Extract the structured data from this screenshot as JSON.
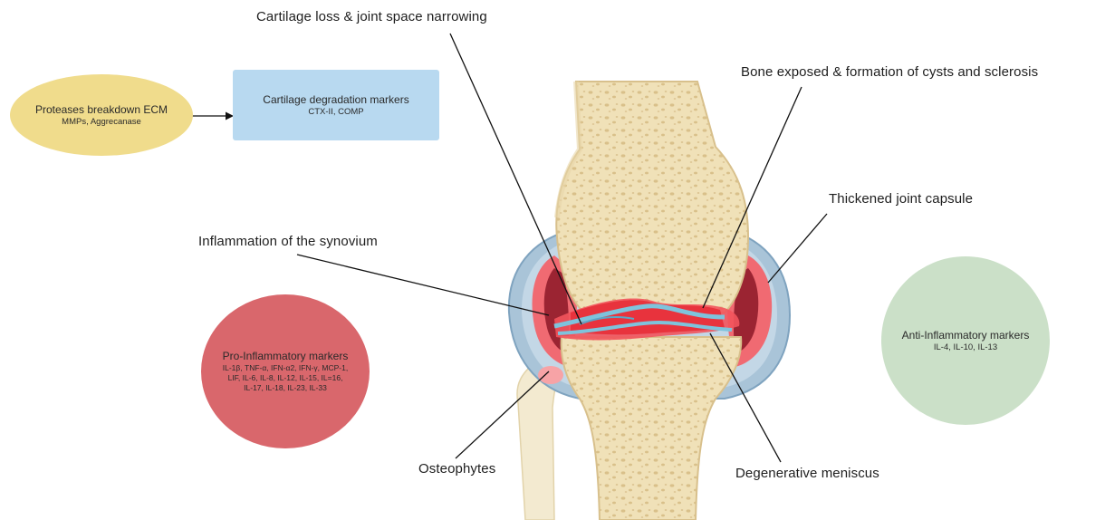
{
  "colors": {
    "protease_fill": "#f0dc8c",
    "cartilage_box_fill": "#b8d9f0",
    "pro_inflammatory_fill": "#d9676c",
    "anti_inflammatory_fill": "#cbe0c8",
    "bone_fill": "#f0e1b8",
    "bone_pore": "#d9c08a",
    "capsule_blue": "#8fb3cf",
    "synovium_red": "#e8454d",
    "synovium_dark": "#8b1a28",
    "meniscus_blue": "#7ec3dc",
    "leader_line": "#111111"
  },
  "nodes": {
    "proteases": {
      "title": "Proteases breakdown ECM",
      "subtitle": "MMPs, Aggrecanase"
    },
    "cartilage_markers": {
      "title": "Cartilage degradation markers",
      "subtitle": "CTX-II, COMP"
    },
    "pro_inflammatory": {
      "title": "Pro-Inflammatory markers",
      "lines": [
        "IL-1β, TNF-α, IFN-α2, IFN-γ, MCP-1,",
        "LIF, IL-6, IL-8, IL-12, IL-15, IL=16,",
        "IL-17, IL-18, IL-23, IL-33"
      ]
    },
    "anti_inflammatory": {
      "title": "Anti-Inflammatory markers",
      "subtitle": "IL-4, IL-10, IL-13"
    }
  },
  "labels": {
    "cartilage_loss": "Cartilage loss & joint space narrowing",
    "bone_exposed": "Bone exposed & formation of cysts and sclerosis",
    "thickened_capsule": "Thickened joint capsule",
    "synovium": "Inflammation of the synovium",
    "osteophytes": "Osteophytes",
    "meniscus": "Degenerative meniscus"
  }
}
